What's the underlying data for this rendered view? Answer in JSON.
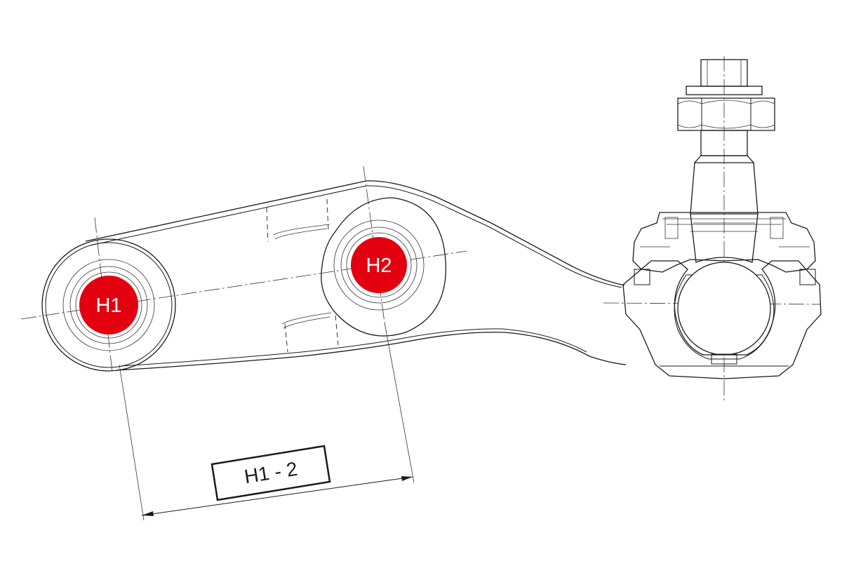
{
  "diagram": {
    "points": [
      {
        "id": "h1",
        "label": "H1",
        "color": "#e3000f"
      },
      {
        "id": "h2",
        "label": "H2",
        "color": "#e3000f"
      }
    ],
    "dimension": {
      "label": "H1 - 2"
    }
  }
}
